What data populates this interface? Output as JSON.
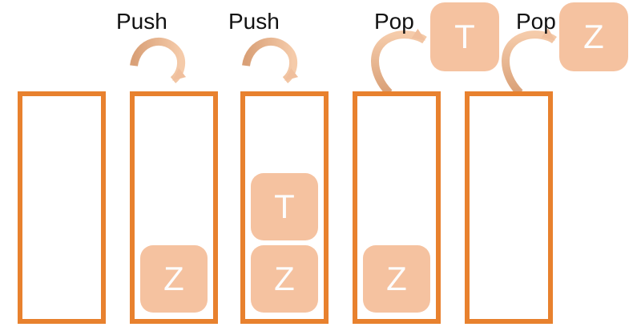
{
  "diagram": {
    "description": "Stack data structure push and pop operations",
    "operations": [
      {
        "label": "Push",
        "type": "push",
        "item": "Z",
        "target_stack": 2
      },
      {
        "label": "Push",
        "type": "push",
        "item": "T",
        "target_stack": 3
      },
      {
        "label": "Pop",
        "type": "pop",
        "popped": "T",
        "target_stack": 4
      },
      {
        "label": "Pop",
        "type": "pop",
        "popped": "Z",
        "target_stack": 5
      }
    ],
    "stacks": [
      {
        "name": "stack-1",
        "items": []
      },
      {
        "name": "stack-2",
        "items": [
          "Z"
        ]
      },
      {
        "name": "stack-3",
        "items": [
          "Z",
          "T"
        ]
      },
      {
        "name": "stack-4",
        "items": [
          "Z"
        ]
      },
      {
        "name": "stack-5",
        "items": []
      }
    ],
    "colors": {
      "stack_border": "#E8812E",
      "box_fill": "#F5C2A0",
      "box_text": "#FDFDFE",
      "label_text": "#121212",
      "arrow_dark": "#D9A077",
      "arrow_light": "#F5CBAA",
      "arrowhead": "#F0BF9D",
      "background": "#FFFFFF"
    }
  }
}
